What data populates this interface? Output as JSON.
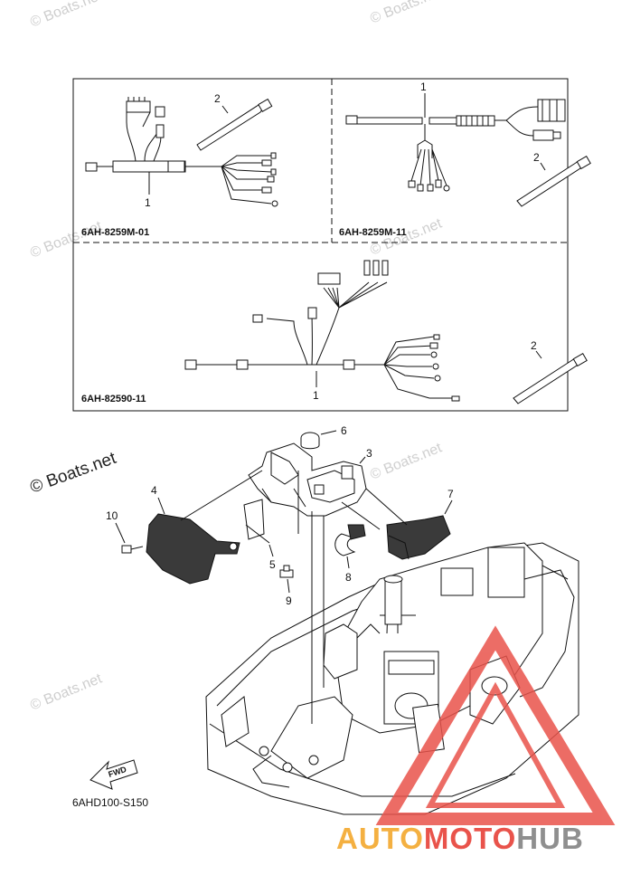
{
  "panels": {
    "top_left": {
      "code": "6AH-8259M-01",
      "callouts": [
        "1",
        "2"
      ]
    },
    "top_right": {
      "code": "6AH-8259M-11",
      "callouts": [
        "1",
        "2"
      ]
    },
    "bottom": {
      "code": "6AH-82590-11",
      "callouts": [
        "1",
        "2"
      ]
    }
  },
  "callouts": [
    "3",
    "4",
    "5",
    "6",
    "7",
    "8",
    "9",
    "10"
  ],
  "fwd_label": "FWD",
  "diagram_code": "6AHD100-S150",
  "watermarks": {
    "small": "© Boats.net",
    "large": "© Boats.net"
  },
  "brand": {
    "part1": "AUTO",
    "part2": "MOTO",
    "part3": "HUB",
    "color_orange": "#f4b041",
    "color_red": "#e9534b",
    "color_gray": "#8f8f8f"
  }
}
